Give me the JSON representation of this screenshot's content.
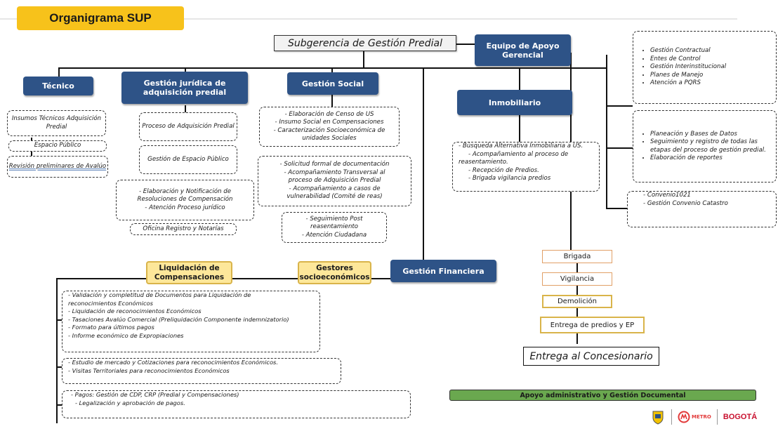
{
  "title": "Organigrama SUP",
  "root": "Subgerencia de Gestión Predial",
  "support": {
    "label": "Equipo de Apoyo Gerencial",
    "items": [
      "Gestión Contractual",
      "Entes de Control",
      "Gestión Interinstitucional",
      "Planes de Manejo",
      "Atención a PQRS"
    ]
  },
  "tecnico": {
    "label": "Técnico",
    "items": [
      "Insumos Técnicos Adquisición Predial",
      "Espacio Público",
      "Revisión preliminares de Avalúo"
    ]
  },
  "juridica": {
    "label": "Gestión jurídica de adquisición predial",
    "proceso": "Proceso de Adquisición Predial",
    "espacio": "Gestión de Espacio Público",
    "resoluciones": [
      "- Elaboración y Notificación de",
      "Resoluciones de Compensación",
      "- Atención Proceso jurídico"
    ],
    "oficina": "Oficina Registro y Notarías"
  },
  "social": {
    "label": "Gestión Social",
    "group1": [
      "- Elaboración de Censo de US",
      "- Insumo Social en Compensaciones",
      "- Caracterización Socioeconómica de",
      "unidades Sociales"
    ],
    "group2": [
      "- Solicitud formal de documentación",
      "- Acompañamiento Transversal al",
      "proceso de Adquisición Predial",
      "- Acompañamiento a casos de",
      "vulnerabilidad (Comité de reas)"
    ],
    "group3": [
      "- Seguimiento Post",
      "reasentamiento",
      "- Atención Ciudadana"
    ]
  },
  "inmobiliario": {
    "label": "Inmobiliario",
    "items": [
      "- Búsqueda Alternativa Inmobiliaria a US.",
      "- Acompañamiento al proceso de",
      "reasentamiento.",
      "- Recepción de Predios.",
      "- Brigada vigilancia predios"
    ]
  },
  "right_group2": [
    "Planeación y Bases de Datos",
    "Seguimiento y registro de todas las etapas del proceso de gestión predial.",
    "Elaboración de reportes"
  ],
  "right_group3": [
    "- Convenio1021",
    "- Gestión Convenio Catastro"
  ],
  "financiera": {
    "label": "Gestión Financiera",
    "liquidacion": "Liquidación de Compensaciones",
    "gestores": "Gestores socioeconómicos",
    "box1": [
      "- Validación y completitud de Documentos para Liquidación de",
      "reconocimientos Económicos",
      "- Liquidación de reconocimientos Económicos",
      "- Tasaciones Avalúo Comercial (Preliquidación Componente indemnizatorio)",
      "- Formato para últimos pagos",
      "- Informe económico de Expropiaciones"
    ],
    "box2": [
      "- Estudio de mercado y Cotizaciones para reconocimientos Económicos.",
      "- Visitas Territoriales para reconocimientos Económicos"
    ],
    "box3": [
      "- Pagos: Gestión de CDP, CRP (Predial y Compensaciones)",
      "- Legalización y aprobación de pagos."
    ]
  },
  "flow": [
    "Brigada",
    "Vigilancia",
    "Demolición",
    "Entrega de predios y EP"
  ],
  "concesionario": "Entrega al Concesionario",
  "apoyo": "Apoyo administrativo y Gestión Documental",
  "logos": [
    "METRO",
    "BOGOTÁ"
  ],
  "colors": {
    "blue": "#2e5387",
    "yellow": "#f7c21b",
    "green": "#6aa84f",
    "orange": "#e1a067"
  }
}
